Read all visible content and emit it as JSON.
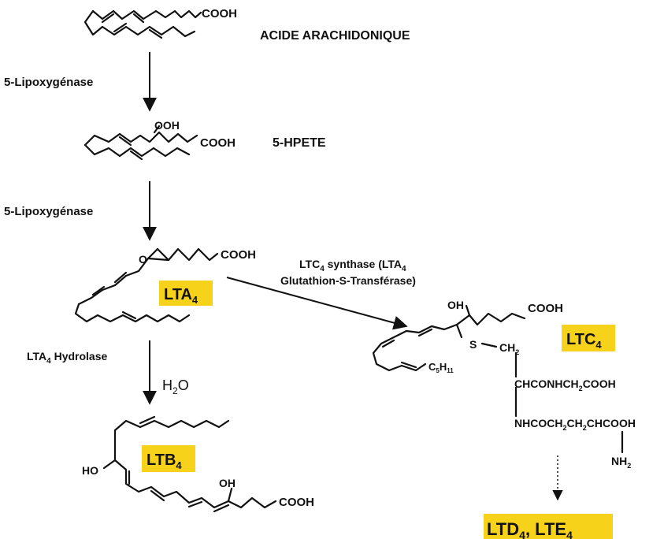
{
  "nodes": {
    "arachidonic": {
      "name": "ACIDE ARACHIDONIQUE",
      "group": "COOH"
    },
    "hpete": {
      "name": "5-HPETE",
      "group_cooh": "COOH",
      "group_ooh": "OOH"
    },
    "lta4": {
      "name": "LTA",
      "sub": "4",
      "group_cooh": "COOH",
      "group_o": "O"
    },
    "ltb4": {
      "name": "LTB",
      "sub": "4",
      "group_cooh": "COOH",
      "group_oh1": "HO",
      "group_oh2": "OH"
    },
    "ltc4": {
      "name": "LTC",
      "sub": "4",
      "group_oh": "OH",
      "group_cooh": "COOH",
      "group_s": "S",
      "ch2": {
        "main": "CH",
        "sub": "2"
      },
      "tail": {
        "a": "C",
        "b": "5",
        "c": "H",
        "d": "11"
      },
      "chain1": {
        "a": "CHCONHCH",
        "b": "2",
        "c": "COOH"
      },
      "chain2": {
        "a": "NHCOCH",
        "b": "2",
        "c": "CH",
        "d": "2",
        "e": "CHCOOH"
      },
      "nh2": {
        "main": "NH",
        "sub": "2"
      }
    },
    "ltd4": {
      "a": "LTD",
      "b": "4",
      "c": ", LTE",
      "d": "4"
    }
  },
  "edges": {
    "e1": {
      "label": "5-Lipoxygénase"
    },
    "e2": {
      "label": "5-Lipoxygénase"
    },
    "e3": {
      "line1": "LTC",
      "line1_sub": "4",
      "line1_rest": " synthase (LTA",
      "line1_sub2": "4",
      "line2": "Glutathion-S-Transférase)"
    },
    "e4": {
      "label": "LTA",
      "label_sub": "4",
      "label_rest": " Hydrolase",
      "water": "H",
      "water_sub": "2",
      "water_rest": "O"
    }
  }
}
